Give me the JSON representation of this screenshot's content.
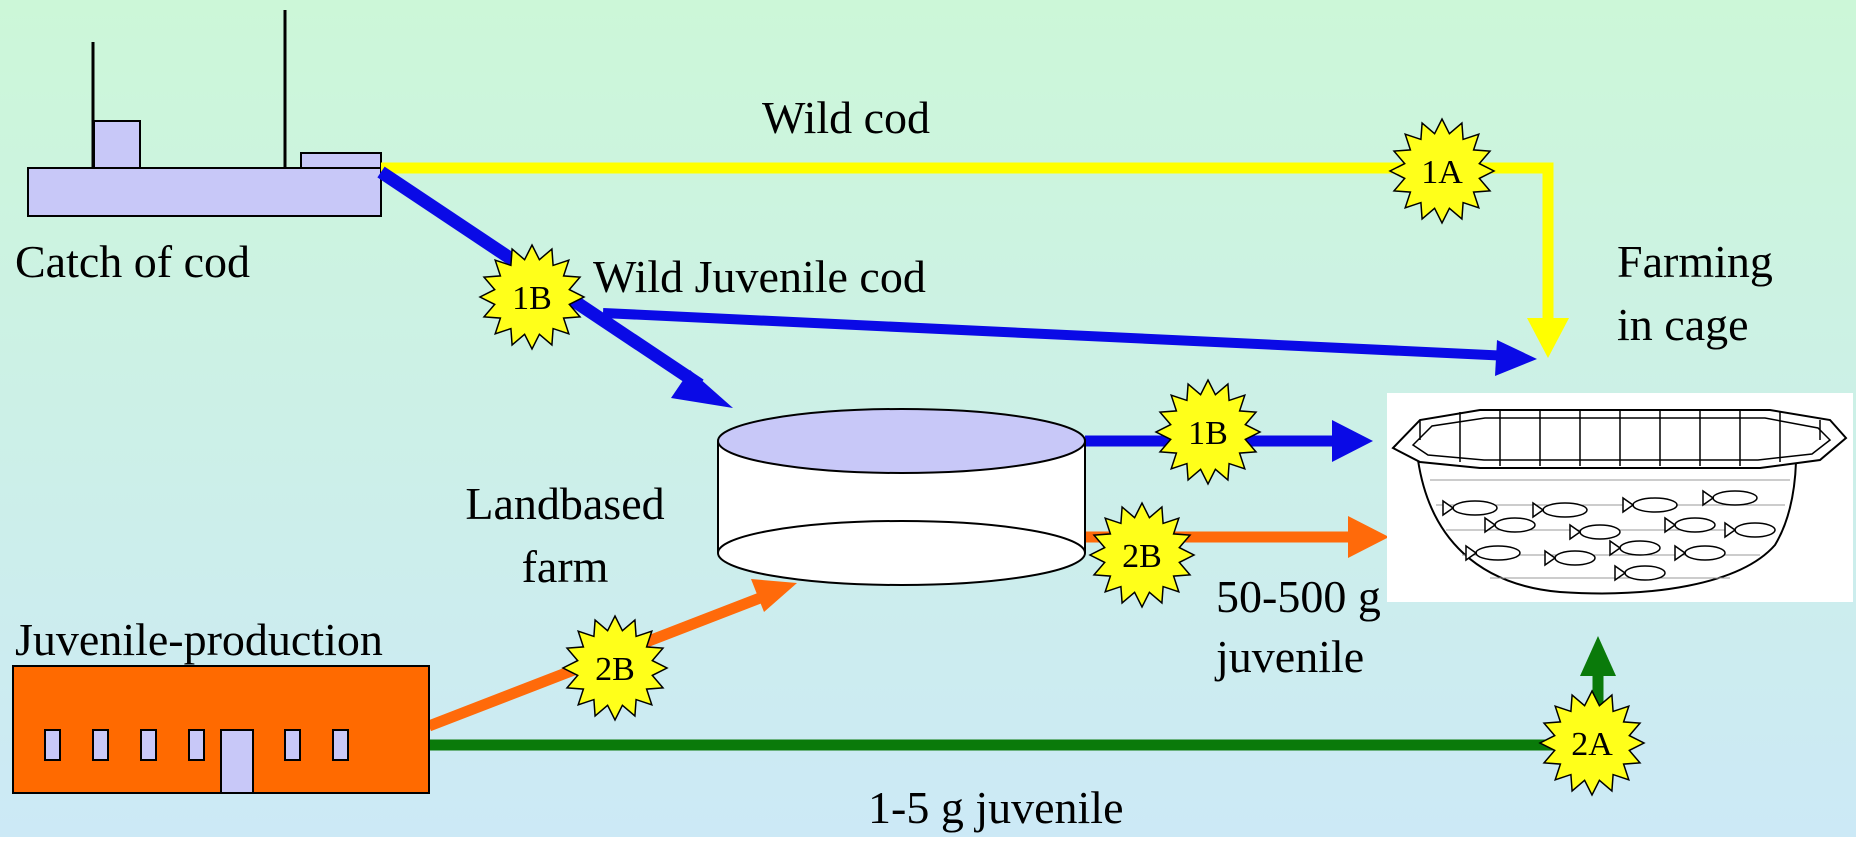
{
  "labels": {
    "wild_cod": "Wild cod",
    "catch_of_cod": "Catch of cod",
    "wild_juvenile_cod": "Wild Juvenile cod",
    "farming_line1": "Farming",
    "farming_line2": "in cage",
    "landbased_line1": "Landbased",
    "landbased_line2": "farm",
    "juvenile_production": "Juvenile-production",
    "size_large_line1": "50-500 g",
    "size_large_line2": "juvenile",
    "size_small": "1-5 g juvenile"
  },
  "badges": {
    "b1a": "1A",
    "b1b_top": "1B",
    "b1b_right": "1B",
    "b2b_right": "2B",
    "b2b_left": "2B",
    "b2a": "2A"
  },
  "colors": {
    "background_top": "#ccf7d8",
    "background_bottom": "#cce9f6",
    "wild_cod_route": "#ffff00",
    "wild_juvenile_route": "#0a0ae6",
    "landbased_route": "#ff6a0a",
    "small_juvenile_route": "#0a7a0a",
    "badge_fill": "#ffff1a",
    "boat_fill": "#c8c8f8",
    "tank_top_fill": "#c8c8f8",
    "hatchery_fill": "#ff6a00"
  },
  "icons": {
    "boat": "fishing-boat-icon",
    "tank": "landbased-tank-icon",
    "hatchery": "hatchery-building-icon",
    "cage": "fish-cage-icon"
  }
}
